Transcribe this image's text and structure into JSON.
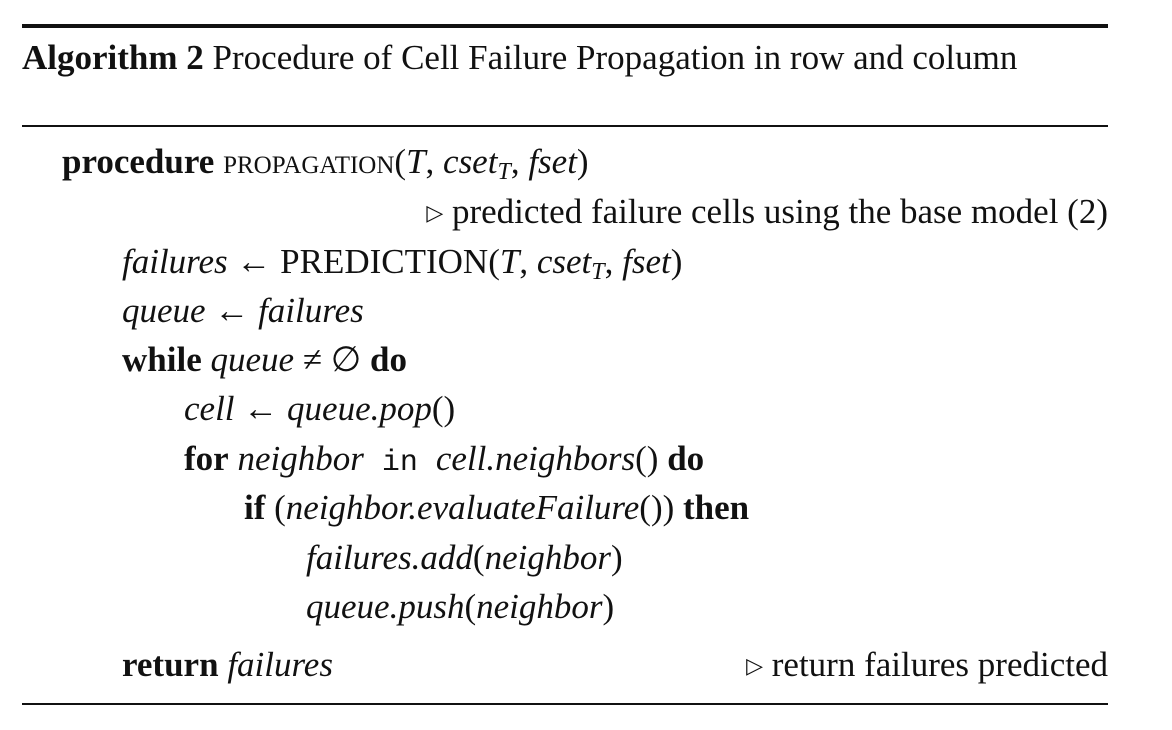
{
  "algorithm": {
    "label": "Algorithm 2",
    "title": "Procedure of Cell Failure Propagation in row and column"
  },
  "lines": {
    "procedure_kw": "procedure",
    "procedure_name": "propagation",
    "procedure_open": "(",
    "procedure_T": "T",
    "comma": ", ",
    "cset": "cset",
    "sub_T": "T",
    "fset": "fset",
    "close": ")",
    "comment_predicted": "predicted failure cells using the base model (2)",
    "failures": "failures",
    "arrow": " ← ",
    "prediction_fn": "PREDICTION",
    "open": "(",
    "queue": "queue",
    "while_kw": "while",
    "while_cond": " ≠ ∅ ",
    "do_kw": "do",
    "cell": "cell",
    "queue_pop": "queue.pop",
    "empty_parens": "()",
    "for_kw": "for",
    "neighbor": "neighbor",
    "in_kw": " in ",
    "cell_neighbors": "cell.neighbors",
    "if_kw": "if",
    "neighbor_eval": "neighbor.evaluateFailure",
    "then_kw": "then",
    "failures_add": "failures.add",
    "queue_push": "queue.push",
    "return_kw": "return",
    "comment_return": "return failures predicted"
  },
  "icons": {
    "comment_marker": "right-triangle-icon"
  }
}
